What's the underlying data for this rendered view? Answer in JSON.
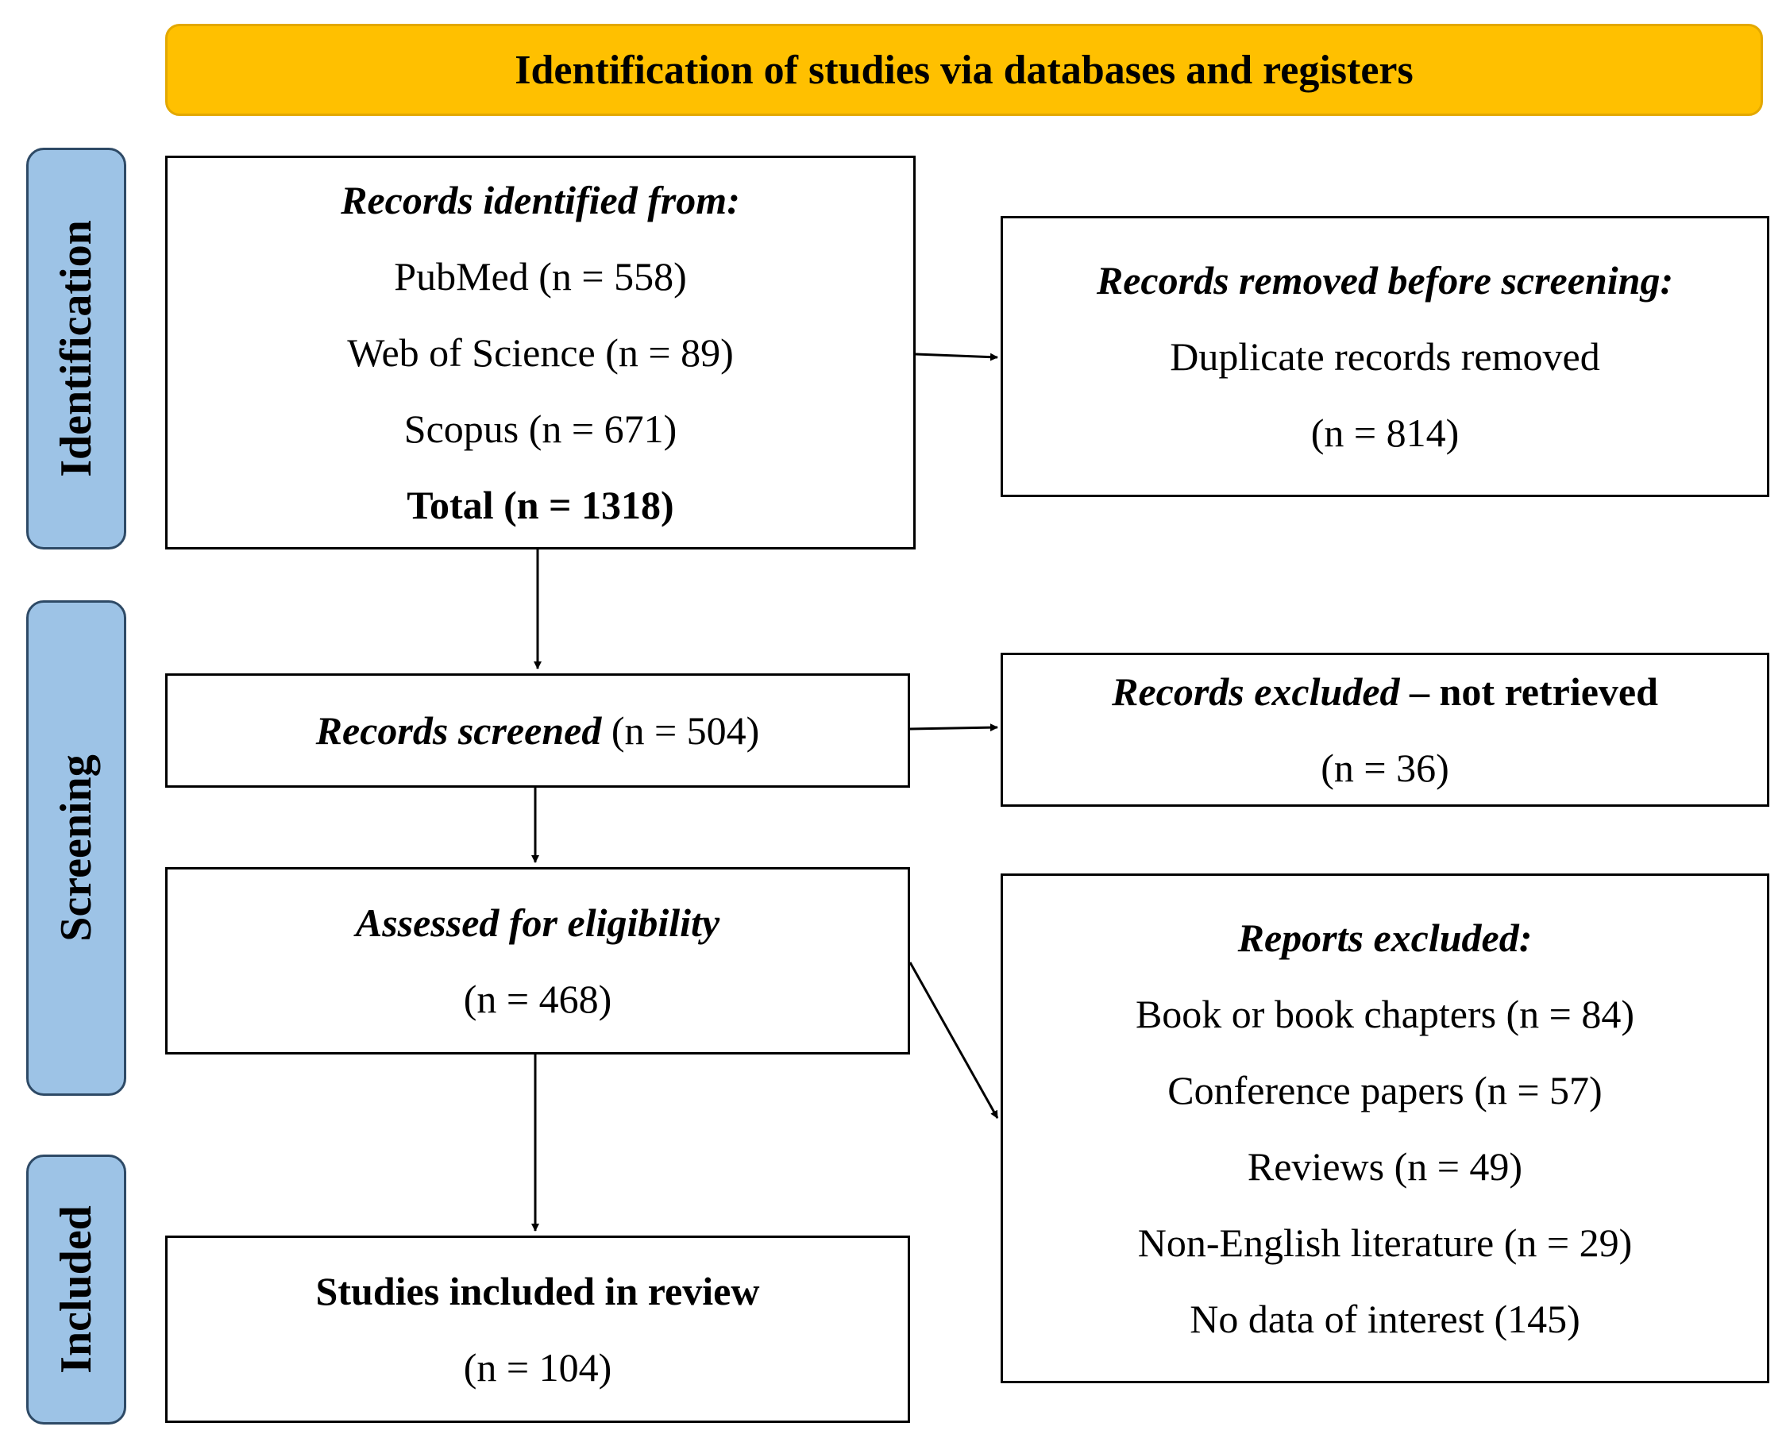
{
  "header": {
    "title": "Identification of studies via databases and registers"
  },
  "phases": {
    "identification": "Identification",
    "screening": "Screening",
    "included": "Included"
  },
  "identified": {
    "heading": "Records identified from:",
    "sources": [
      "PubMed (n = 558)",
      "Web of Science (n = 89)",
      "Scopus (n = 671)"
    ],
    "total": "Total (n = 1318)"
  },
  "removed": {
    "heading": "Records removed before screening:",
    "line1": "Duplicate records removed",
    "line2": "(n = 814)"
  },
  "screened": {
    "label": "Records screened",
    "count": "(n = 504)"
  },
  "not_retrieved": {
    "label_italic": "Records excluded",
    "label_rest": " – not retrieved",
    "count": "(n = 36)"
  },
  "eligibility": {
    "label": "Assessed for eligibility",
    "count": "(n = 468)"
  },
  "reports_excluded": {
    "heading": "Reports excluded:",
    "items": [
      "Book or book chapters (n = 84)",
      "Conference papers (n = 57)",
      "Reviews (n = 49)",
      "Non-English literature (n = 29)",
      "No data of interest (145)"
    ]
  },
  "included": {
    "label": "Studies included in review",
    "count": "(n = 104)"
  }
}
